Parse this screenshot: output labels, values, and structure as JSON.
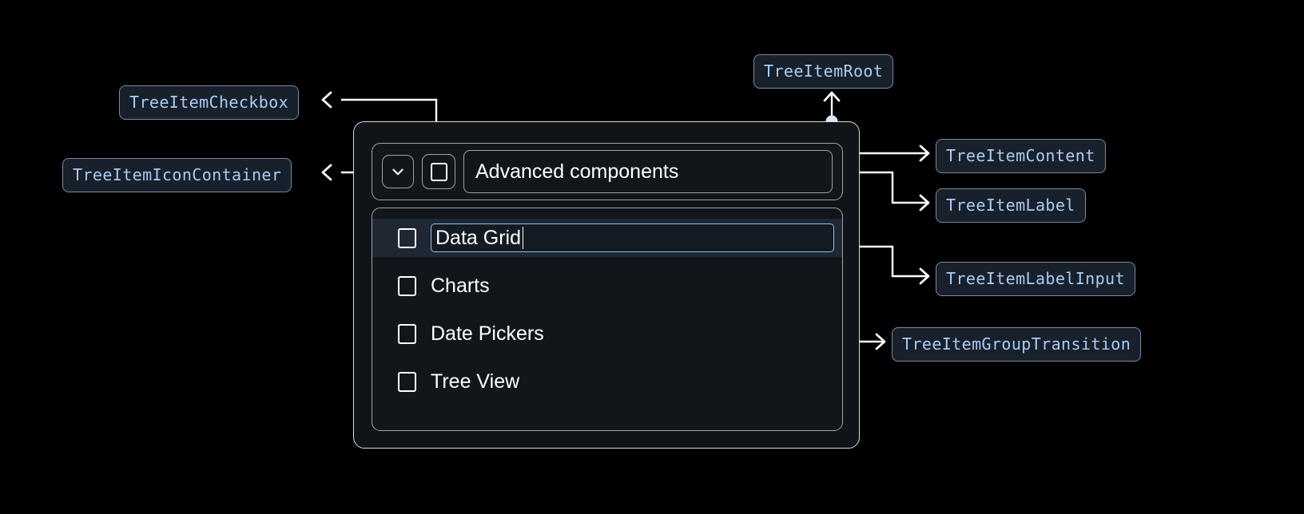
{
  "widget": {
    "header": {
      "expand_icon": "chevron-down-icon",
      "checkbox_icon": "checkbox-unchecked-icon",
      "label": "Advanced components"
    },
    "items": [
      {
        "label": "Data Grid",
        "editing": true,
        "checkbox_icon": "checkbox-unchecked-icon"
      },
      {
        "label": "Charts",
        "editing": false,
        "checkbox_icon": "checkbox-unchecked-icon"
      },
      {
        "label": "Date Pickers",
        "editing": false,
        "checkbox_icon": "checkbox-unchecked-icon"
      },
      {
        "label": "Tree View",
        "editing": false,
        "checkbox_icon": "checkbox-unchecked-icon"
      }
    ]
  },
  "annotations": {
    "tree_item_checkbox": "TreeItemCheckbox",
    "tree_item_icon_container": "TreeItemIconContainer",
    "tree_item_root": "TreeItemRoot",
    "tree_item_content": "TreeItemContent",
    "tree_item_label": "TreeItemLabel",
    "tree_item_label_input": "TreeItemLabelInput",
    "tree_item_group_transition": "TreeItemGroupTransition"
  },
  "colors": {
    "background": "#000000",
    "chip_bg": "#18202c",
    "chip_border": "#7d8a9c",
    "chip_text": "#a9cdf2",
    "wire": "#ffffff",
    "anchor_dot": "#d9e6f5",
    "widget_border": "#d8dde3",
    "inner_border": "#9aa3ad",
    "selected_row_bg": "#1e2733",
    "input_border": "#8fc4ef",
    "label_text": "#ffffff"
  }
}
